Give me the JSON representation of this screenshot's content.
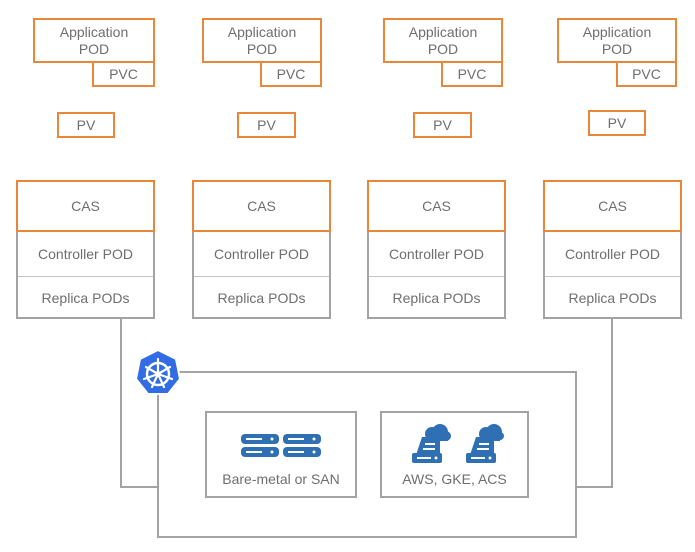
{
  "pods": [
    {
      "app_label": "Application\nPOD",
      "pvc_label": "PVC",
      "pv_label": "PV"
    },
    {
      "app_label": "Application\nPOD",
      "pvc_label": "PVC",
      "pv_label": "PV"
    },
    {
      "app_label": "Application\nPOD",
      "pvc_label": "PVC",
      "pv_label": "PV"
    },
    {
      "app_label": "Application\nPOD",
      "pvc_label": "PVC",
      "pv_label": "PV"
    }
  ],
  "cas_blocks": [
    {
      "cas_label": "CAS",
      "controller_label": "Controller POD",
      "replica_label": "Replica PODs"
    },
    {
      "cas_label": "CAS",
      "controller_label": "Controller POD",
      "replica_label": "Replica PODs"
    },
    {
      "cas_label": "CAS",
      "controller_label": "Controller POD",
      "replica_label": "Replica PODs"
    },
    {
      "cas_label": "CAS",
      "controller_label": "Controller POD",
      "replica_label": "Replica PODs"
    }
  ],
  "infra": {
    "baremetal_label": "Bare-metal or SAN",
    "cloud_label": "AWS, GKE, ACS"
  },
  "colors": {
    "accent": "#e8873a",
    "border_gray": "#a3a3a3",
    "icon_blue": "#2f6fb3",
    "k8s_blue": "#326ce5"
  },
  "icons": [
    "kubernetes-icon",
    "server-rack-icon",
    "cloud-server-icon"
  ]
}
